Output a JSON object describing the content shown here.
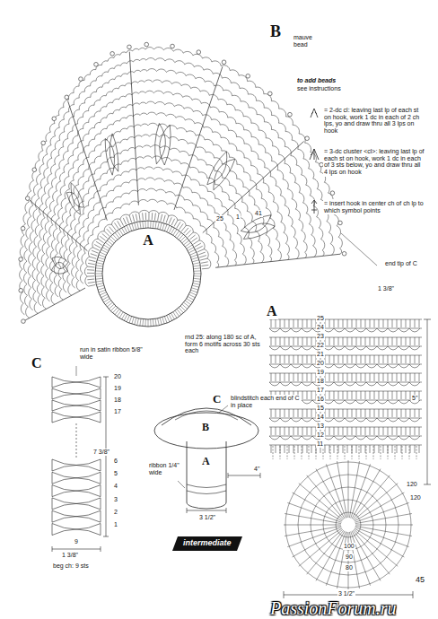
{
  "diagram": {
    "nodes": [
      {
        "text": [
          "A"
        ]
      },
      {
        "text": [
          "intermediate"
        ]
      }
    ],
    "labels": [
      "B",
      "mauve bead",
      "to add beads",
      "see instructions",
      "end tip of C",
      "1 3/8\"",
      "25",
      "1",
      "41",
      "rnd 25: along 180 sc of A, form 6 motifs across 30 sts each",
      "A",
      "25",
      "24",
      "23",
      "22",
      "21",
      "20",
      "19",
      "18",
      "17",
      "16",
      "15",
      "14",
      "13",
      "12",
      "11",
      "5\"",
      "120",
      "120",
      "100",
      "90",
      "80",
      "3 1/2\"",
      "C",
      "run in satin ribbon 5/8\" wide",
      "20",
      "19",
      "18",
      "17",
      "7 3/8\"",
      "6",
      "5",
      "4",
      "3",
      "2",
      "1",
      "9",
      "1 3/8\"",
      "beg ch: 9 sts",
      "C",
      "blindstitch each end of C in place",
      "B",
      "A",
      "ribbon 1/4\" wide",
      "4\"",
      "3 1/2\"",
      "45",
      "PassionForum.ru"
    ],
    "legend": [
      {
        "text": "= 2-dc cl: leaving last lp of each st on hook, work 1 dc in each of 2 ch lps, yo and draw thru all 3 lps on hook"
      },
      {
        "text": "= 3-dc cluster <cl>: leaving last lp of each st on hook, work 1 dc in each of 3 sts below, yo and draw thru all 4 lps on hook"
      },
      {
        "text": "= insert hook in center ch of ch lp to which symbol points"
      }
    ]
  }
}
